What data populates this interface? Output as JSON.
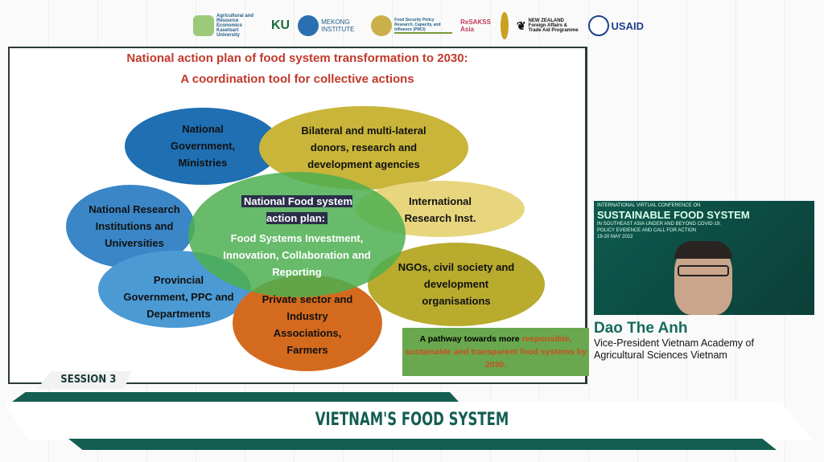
{
  "logos": [
    "Agricultural and Resource Economics Kasetsart University",
    "KU",
    "MEKONG INSTITUTE",
    "Food Security Policy Research, Capacity, and Influence (PRCI)",
    "ReSAKSS Asia",
    "NEW ZEALAND Foreign Affairs & Trade Aid Programme",
    "USAID"
  ],
  "slide": {
    "title1": "National action plan of food system transformation to 2030:",
    "title2": "A coordination tool for collective actions",
    "ellipses": {
      "gov": "National Government, Ministries",
      "donors": "Bilateral and multi-lateral donors, research and development agencies",
      "research": "National Research Institutions and Universities",
      "intl": "International Research Inst.",
      "provincial": "Provincial Government, PPC and Departments",
      "private": "Private sector and Industry Associations, Farmers",
      "ngo": "NGOs, civil society and development organisations",
      "center_title": "National Food system action plan:",
      "center_body": "Food Systems Investment, Innovation, Collaboration and Reporting"
    },
    "pathway": {
      "a": "A pathway towards more ",
      "b": "responsible, sustainable and transparent food systems by 2030."
    }
  },
  "speaker": {
    "conf_top": "INTERNATIONAL VIRTUAL CONFERENCE ON",
    "conf_title": "SUSTAINABLE FOOD SYSTEM",
    "conf_sub": "IN SOUTHEAST ASIA UNDER AND BEYOND COVID-19:",
    "conf_sub2": "POLICY EVIDENCE AND CALL FOR ACTION",
    "conf_date": "19-20 MAY 2022",
    "name": "Dao The Anh",
    "role": "Vice-President Vietnam Academy of Agricultural Sciences Vietnam"
  },
  "session": "SESSION 3",
  "banner": "VIETNAM'S FOOD SYSTEM"
}
